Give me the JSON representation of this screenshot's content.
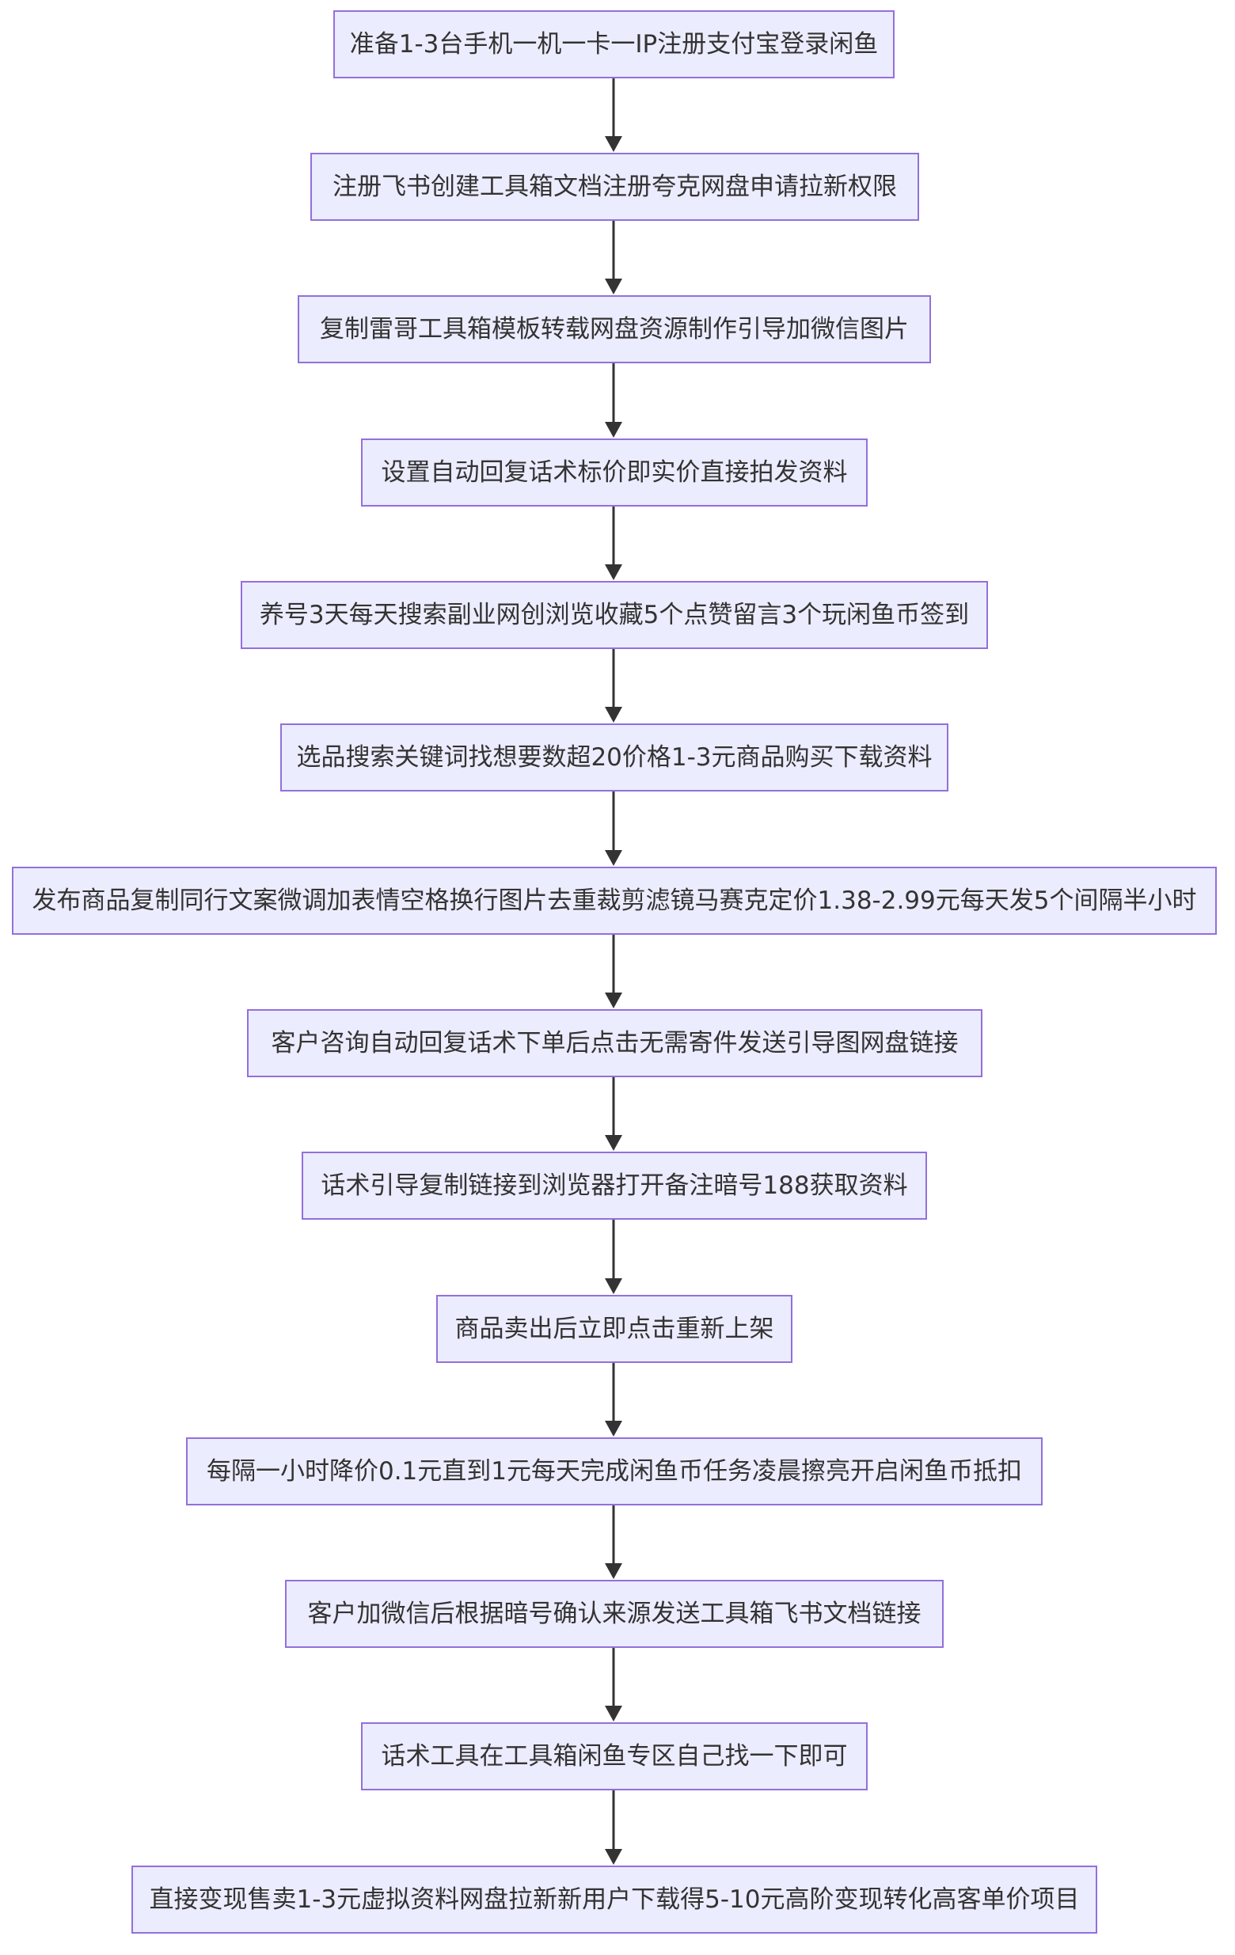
{
  "flowchart": {
    "direction": "top-down",
    "colors": {
      "node_fill": "#ECECFF",
      "node_border": "#9370DB",
      "edge": "#333333",
      "text": "#333333"
    },
    "nodes": [
      {
        "id": "n1",
        "label": "准备1-3台手机一机一卡一IP注册支付宝登录闲鱼"
      },
      {
        "id": "n2",
        "label": "注册飞书创建工具箱文档注册夸克网盘申请拉新权限"
      },
      {
        "id": "n3",
        "label": "复制雷哥工具箱模板转载网盘资源制作引导加微信图片"
      },
      {
        "id": "n4",
        "label": "设置自动回复话术标价即实价直接拍发资料"
      },
      {
        "id": "n5",
        "label": "养号3天每天搜索副业网创浏览收藏5个点赞留言3个玩闲鱼币签到"
      },
      {
        "id": "n6",
        "label": "选品搜索关键词找想要数超20价格1-3元商品购买下载资料"
      },
      {
        "id": "n7",
        "label": "发布商品复制同行文案微调加表情空格换行图片去重裁剪滤镜马赛克定价1.38-2.99元每天发5个间隔半小时"
      },
      {
        "id": "n8",
        "label": "客户咨询自动回复话术下单后点击无需寄件发送引导图网盘链接"
      },
      {
        "id": "n9",
        "label": "话术引导复制链接到浏览器打开备注暗号188获取资料"
      },
      {
        "id": "n10",
        "label": "商品卖出后立即点击重新上架"
      },
      {
        "id": "n11",
        "label": "每隔一小时降价0.1元直到1元每天完成闲鱼币任务凌晨擦亮开启闲鱼币抵扣"
      },
      {
        "id": "n12",
        "label": "客户加微信后根据暗号确认来源发送工具箱飞书文档链接"
      },
      {
        "id": "n13",
        "label": "话术工具在工具箱闲鱼专区自己找一下即可"
      },
      {
        "id": "n14",
        "label": "直接变现售卖1-3元虚拟资料网盘拉新新用户下载得5-10元高阶变现转化高客单价项目"
      }
    ],
    "edges": [
      {
        "from": "n1",
        "to": "n2"
      },
      {
        "from": "n2",
        "to": "n3"
      },
      {
        "from": "n3",
        "to": "n4"
      },
      {
        "from": "n4",
        "to": "n5"
      },
      {
        "from": "n5",
        "to": "n6"
      },
      {
        "from": "n6",
        "to": "n7"
      },
      {
        "from": "n7",
        "to": "n8"
      },
      {
        "from": "n8",
        "to": "n9"
      },
      {
        "from": "n9",
        "to": "n10"
      },
      {
        "from": "n10",
        "to": "n11"
      },
      {
        "from": "n11",
        "to": "n12"
      },
      {
        "from": "n12",
        "to": "n13"
      },
      {
        "from": "n13",
        "to": "n14"
      }
    ]
  }
}
